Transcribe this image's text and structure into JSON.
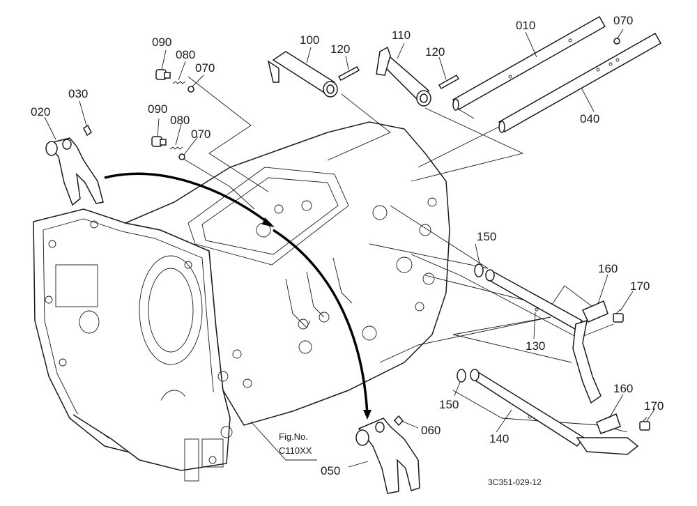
{
  "labels": {
    "p010": "010",
    "p020": "020",
    "p030": "030",
    "p040": "040",
    "p050": "050",
    "p060": "060",
    "p070a": "070",
    "p070b": "070",
    "p070c": "070",
    "p080a": "080",
    "p080b": "080",
    "p090a": "090",
    "p090b": "090",
    "p100": "100",
    "p110": "110",
    "p120a": "120",
    "p120b": "120",
    "p130": "130",
    "p140": "140",
    "p150a": "150",
    "p150b": "150",
    "p160a": "160",
    "p160b": "160",
    "p170a": "170",
    "p170b": "170"
  },
  "figure": {
    "fig_label": "Fig.No.",
    "fig_number": "C110XX",
    "drawing_code": "3C351-029-12"
  }
}
